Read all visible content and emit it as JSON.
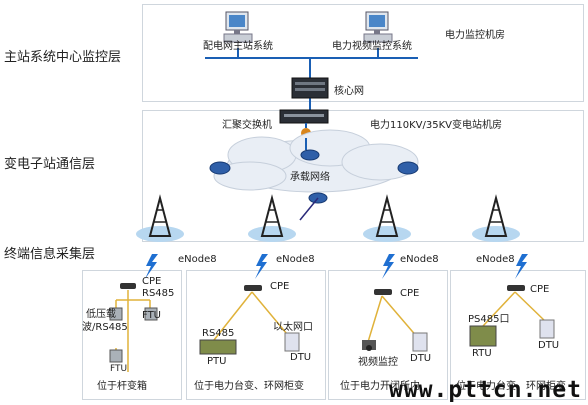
{
  "layers": {
    "master": "主站系统中心监控层",
    "substation": "变电子站通信层",
    "terminal": "终端信息采集层"
  },
  "top": {
    "room": "电力监控机房",
    "pc1": "配电网主站系统",
    "pc2": "电力视频监控系统",
    "core": "核心网"
  },
  "middle": {
    "aggregation": "汇聚交换机",
    "room": "电力110KV/35KV变电站机房",
    "bearer": "承载网络"
  },
  "enodes": [
    "eNode8",
    "eNode8",
    "eNode8",
    "eNode8"
  ],
  "panels": [
    {
      "cpe": "CPE",
      "rs485": "RS485",
      "low_voltage": "低压载",
      "wave": "波/RS485",
      "ftu1": "FTU",
      "ftu2": "FTU",
      "caption": "位于杆变箱"
    },
    {
      "cpe": "CPE",
      "rs485": "RS485",
      "ethernet": "以太网口",
      "ptu": "PTU",
      "dtu": "DTU",
      "caption": "位于电力台变、环网柜变"
    },
    {
      "cpe": "CPE",
      "video": "视频监控",
      "dtu": "DTU",
      "caption": "位于电力开闭所内"
    },
    {
      "cpe": "CPE",
      "ps485": "PS485口",
      "rtu": "RTU",
      "dtu": "DTU",
      "caption": "位于电力台变、环网柜变"
    }
  ],
  "watermark": "www.pttcn.net",
  "colors": {
    "line": "#1a5fb4",
    "bolt": "#1f6fd1",
    "cloud": "#e9eef5",
    "panel_border": "#cfd6dd"
  }
}
